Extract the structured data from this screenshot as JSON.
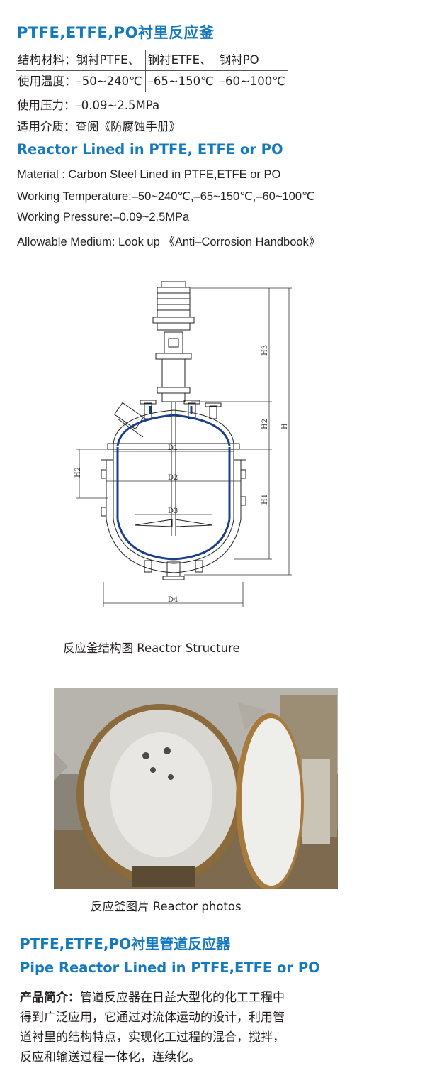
{
  "section1": {
    "title_cn": "PTFE,ETFE,PO衬里反应釜",
    "spec_rows": [
      [
        "结构材料：钢衬PTFE、",
        "钢衬ETFE、",
        "钢衬PO"
      ],
      [
        "使用温度：–50~240℃",
        "–65~150℃",
        "–60~100℃"
      ]
    ],
    "pressure_cn": "使用压力：–0.09~2.5MPa",
    "medium_cn": "适用介质：查阅《防腐蚀手册》",
    "title_en": "Reactor Lined in PTFE, ETFE or PO",
    "material_en": "Material : Carbon Steel Lined in PTFE,ETFE or PO",
    "temperature_en": "Working Temperature:–50~240℃,–65~150℃,–60~100℃",
    "pressure_en": "Working Pressure:–0.09~2.5MPa",
    "medium_en": "Allowable Medium: Look up 《Anti–Corrosion Handbook》"
  },
  "diagram": {
    "labels": {
      "h3": "H3",
      "h2": "H2",
      "h": "H",
      "h1": "H1",
      "hb": "H2",
      "d1": "D1",
      "d2": "D2",
      "d3": "D3",
      "d4": "D4"
    },
    "caption": "反应釜结构图 Reactor Structure"
  },
  "photo": {
    "caption": "反应釜图片 Reactor photos"
  },
  "section2": {
    "title_cn": "PTFE,ETFE,PO衬里管道反应器",
    "title_en": "Pipe Reactor Lined in PTFE,ETFE or PO",
    "intro_label": "产品简介：",
    "intro_lines": [
      "管道反应器在日益大型化的化工工程中",
      "得到广泛应用，它通过对流体运动的设计，利用管",
      "道衬里的结构特点，实现化工过程的混合，搅拌，",
      "反应和输送过程一体化，连续化。"
    ]
  },
  "colors": {
    "heading": "#1479bd",
    "lining": "#1c3f8c",
    "text": "#231f20"
  }
}
